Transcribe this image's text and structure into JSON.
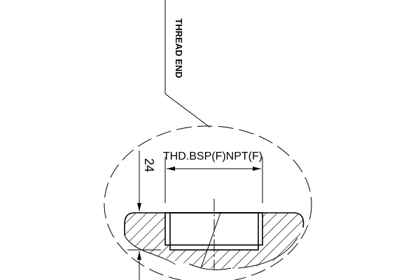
{
  "drawing": {
    "leader_label": "THREAD END",
    "thread_label": "THD.BSP(F)NPT(F)",
    "depth_dimension": "24"
  },
  "colors": {
    "line": "#000000",
    "background": "#ffffff"
  }
}
